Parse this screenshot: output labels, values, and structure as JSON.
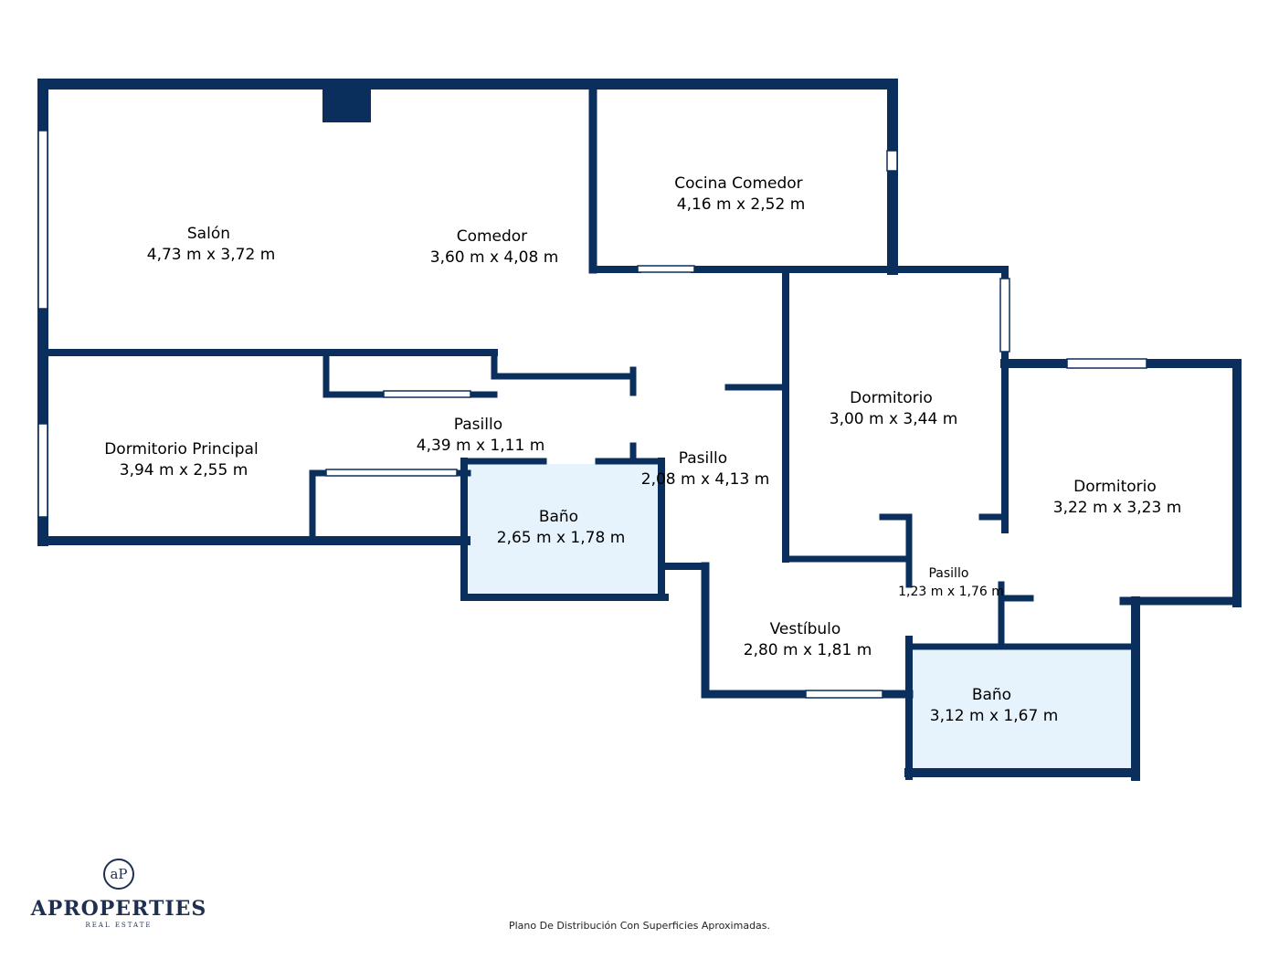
{
  "colors": {
    "wall": "#0a2f5c",
    "bathroom_fill": "#e6f2fc",
    "background": "#ffffff"
  },
  "rooms": [
    {
      "name": "Salón",
      "dims": "4,73 m x 3,72 m"
    },
    {
      "name": "Comedor",
      "dims": "3,60 m x 4,08 m"
    },
    {
      "name": "Cocina Comedor",
      "dims": "4,16 m x 2,52 m"
    },
    {
      "name": "Dormitorio Principal",
      "dims": "3,94 m x 2,55 m"
    },
    {
      "name": "Pasillo",
      "dims": "4,39 m x 1,11 m"
    },
    {
      "name": "Baño",
      "dims": "2,65 m x 1,78 m"
    },
    {
      "name": "Pasillo",
      "dims": "2,08 m x 4,13 m"
    },
    {
      "name": "Dormitorio",
      "dims": "3,00 m x 3,44 m"
    },
    {
      "name": "Dormitorio",
      "dims": "3,22 m x 3,23 m"
    },
    {
      "name": "Pasillo",
      "dims": "1,23 m x 1,76 m"
    },
    {
      "name": "Vestíbulo",
      "dims": "2,80 m x 1,81 m"
    },
    {
      "name": "Baño",
      "dims": "3,12 m x 1,67 m"
    }
  ],
  "logo": {
    "mark": "aP",
    "name": "APROPERTIES",
    "subtitle": "REAL ESTATE"
  },
  "footer": {
    "note": "Plano De Distribución Con Superficies Aproximadas."
  }
}
